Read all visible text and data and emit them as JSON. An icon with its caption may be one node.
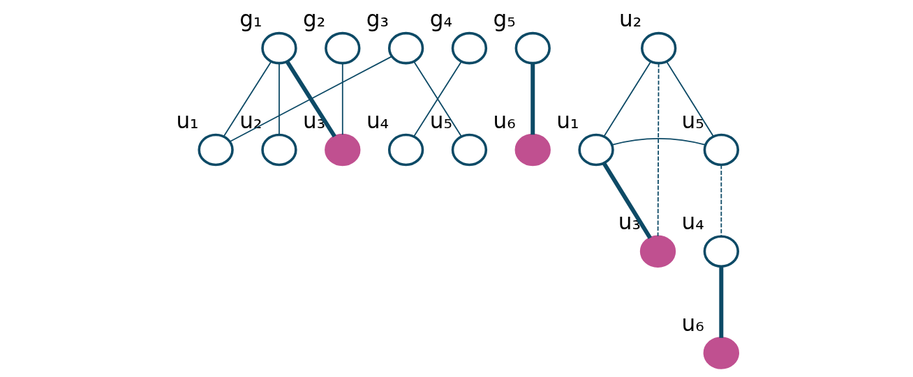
{
  "diagram": {
    "nodes": [
      {
        "text": [],
        "shape": "circle",
        "beside": [
          "g₁"
        ]
      },
      {
        "text": [],
        "shape": "circle",
        "beside": [
          "g₂"
        ]
      },
      {
        "text": [],
        "shape": "circle",
        "beside": [
          "g₃"
        ]
      },
      {
        "text": [],
        "shape": "circle",
        "beside": [
          "g₄"
        ]
      },
      {
        "text": [],
        "shape": "circle",
        "beside": [
          "g₅"
        ]
      },
      {
        "text": [],
        "shape": "circle",
        "beside": [
          "u₁"
        ]
      },
      {
        "text": [],
        "shape": "circle",
        "beside": [
          "u₂"
        ]
      },
      {
        "text": [],
        "shape": "circle",
        "beside": [
          "u₃"
        ]
      },
      {
        "text": [],
        "shape": "circle",
        "beside": [
          "u₄"
        ]
      },
      {
        "text": [],
        "shape": "circle",
        "beside": [
          "u₅"
        ]
      },
      {
        "text": [],
        "shape": "circle",
        "beside": [
          "u₆"
        ]
      },
      {
        "text": [],
        "shape": "circle",
        "beside": [
          "u₂"
        ]
      },
      {
        "text": [],
        "shape": "circle",
        "beside": [
          "u₅"
        ]
      },
      {
        "text": [],
        "shape": "circle",
        "beside": [
          "u₁"
        ]
      },
      {
        "text": [],
        "shape": "circle",
        "beside": [
          "u₃"
        ]
      },
      {
        "text": [],
        "shape": "circle",
        "beside": [
          "u₄"
        ]
      },
      {
        "text": [],
        "shape": "circle",
        "beside": [
          "u₆"
        ]
      }
    ],
    "edges": [
      {
        "from": 0,
        "to": 5,
        "arrow": "none"
      },
      {
        "from": 0,
        "to": 6,
        "arrow": "none"
      },
      {
        "from": 0,
        "to": 7,
        "arrow": "none",
        "style": "thick"
      },
      {
        "from": 1,
        "to": 7,
        "arrow": "none"
      },
      {
        "from": 2,
        "to": 5,
        "arrow": "none"
      },
      {
        "from": 2,
        "to": 9,
        "arrow": "none"
      },
      {
        "from": 3,
        "to": 8,
        "arrow": "none"
      },
      {
        "from": 4,
        "to": 10,
        "arrow": "none",
        "style": "thick"
      },
      {
        "from": 11,
        "to": 13,
        "arrow": "none"
      },
      {
        "from": 11,
        "to": 12,
        "arrow": "none"
      },
      {
        "from": 11,
        "to": 14,
        "arrow": "none",
        "style": "dashed"
      },
      {
        "from": 13,
        "to": 12,
        "arrow": "none"
      },
      {
        "from": 13,
        "to": 14,
        "arrow": "none",
        "style": "thick"
      },
      {
        "from": 12,
        "to": 15,
        "arrow": "none",
        "style": "dashed"
      },
      {
        "from": 15,
        "to": 16,
        "arrow": "none",
        "style": "thick"
      }
    ]
  }
}
